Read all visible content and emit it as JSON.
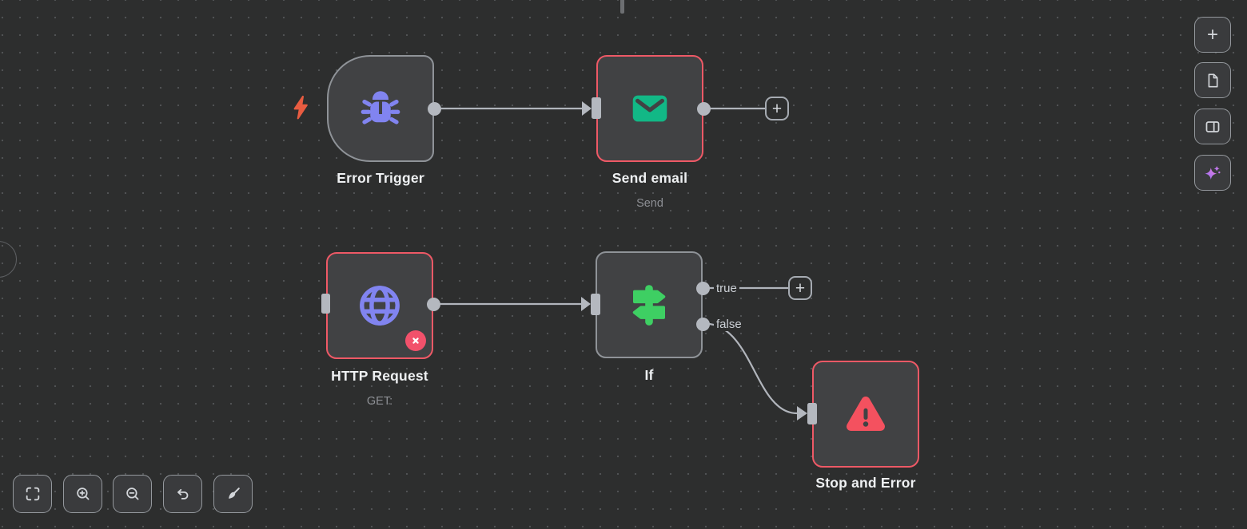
{
  "glyphs": {
    "plus": "+"
  },
  "nodes": [
    {
      "id": "error-trigger",
      "label": "Error Trigger",
      "icon": "bug-icon",
      "shape": "trigger"
    },
    {
      "id": "send-email",
      "label": "Send email",
      "subtitle": "Send",
      "icon": "envelope-icon",
      "border": "error"
    },
    {
      "id": "http-request",
      "label": "HTTP Request",
      "subtitle": "GET:",
      "icon": "globe-icon",
      "border": "error",
      "badge": "error-x-badge"
    },
    {
      "id": "if",
      "label": "If",
      "icon": "signpost-icon",
      "outputs": [
        "true",
        "false"
      ]
    },
    {
      "id": "stop-and-error",
      "label": "Stop and Error",
      "icon": "warning-triangle-icon",
      "border": "error"
    }
  ],
  "toolbars": {
    "right": [
      {
        "name": "add-node-button",
        "icon": "plus-icon"
      },
      {
        "name": "file-button",
        "icon": "file-icon"
      },
      {
        "name": "split-panel-button",
        "icon": "panel-icon"
      },
      {
        "name": "ai-assistant-button",
        "icon": "sparkle-icon"
      }
    ],
    "bottom": [
      {
        "name": "fit-view-button",
        "icon": "fit-view-icon"
      },
      {
        "name": "zoom-in-button",
        "icon": "zoom-in-icon"
      },
      {
        "name": "zoom-out-button",
        "icon": "zoom-out-icon"
      },
      {
        "name": "undo-button",
        "icon": "undo-icon"
      },
      {
        "name": "tidy-up-button",
        "icon": "broom-icon"
      }
    ]
  },
  "colors": {
    "canvas_bg": "#2d2e2e",
    "node_bg": "#414244",
    "node_border": "#8f9398",
    "error_border": "#ee5966",
    "connector": "#b4b8bf",
    "trigger_purple": "#8184f0",
    "email_green": "#12b886",
    "if_green": "#3ecf63",
    "error_red": "#f4515f",
    "badge_red": "#f2516b",
    "bolt_orange": "#e85c41"
  }
}
